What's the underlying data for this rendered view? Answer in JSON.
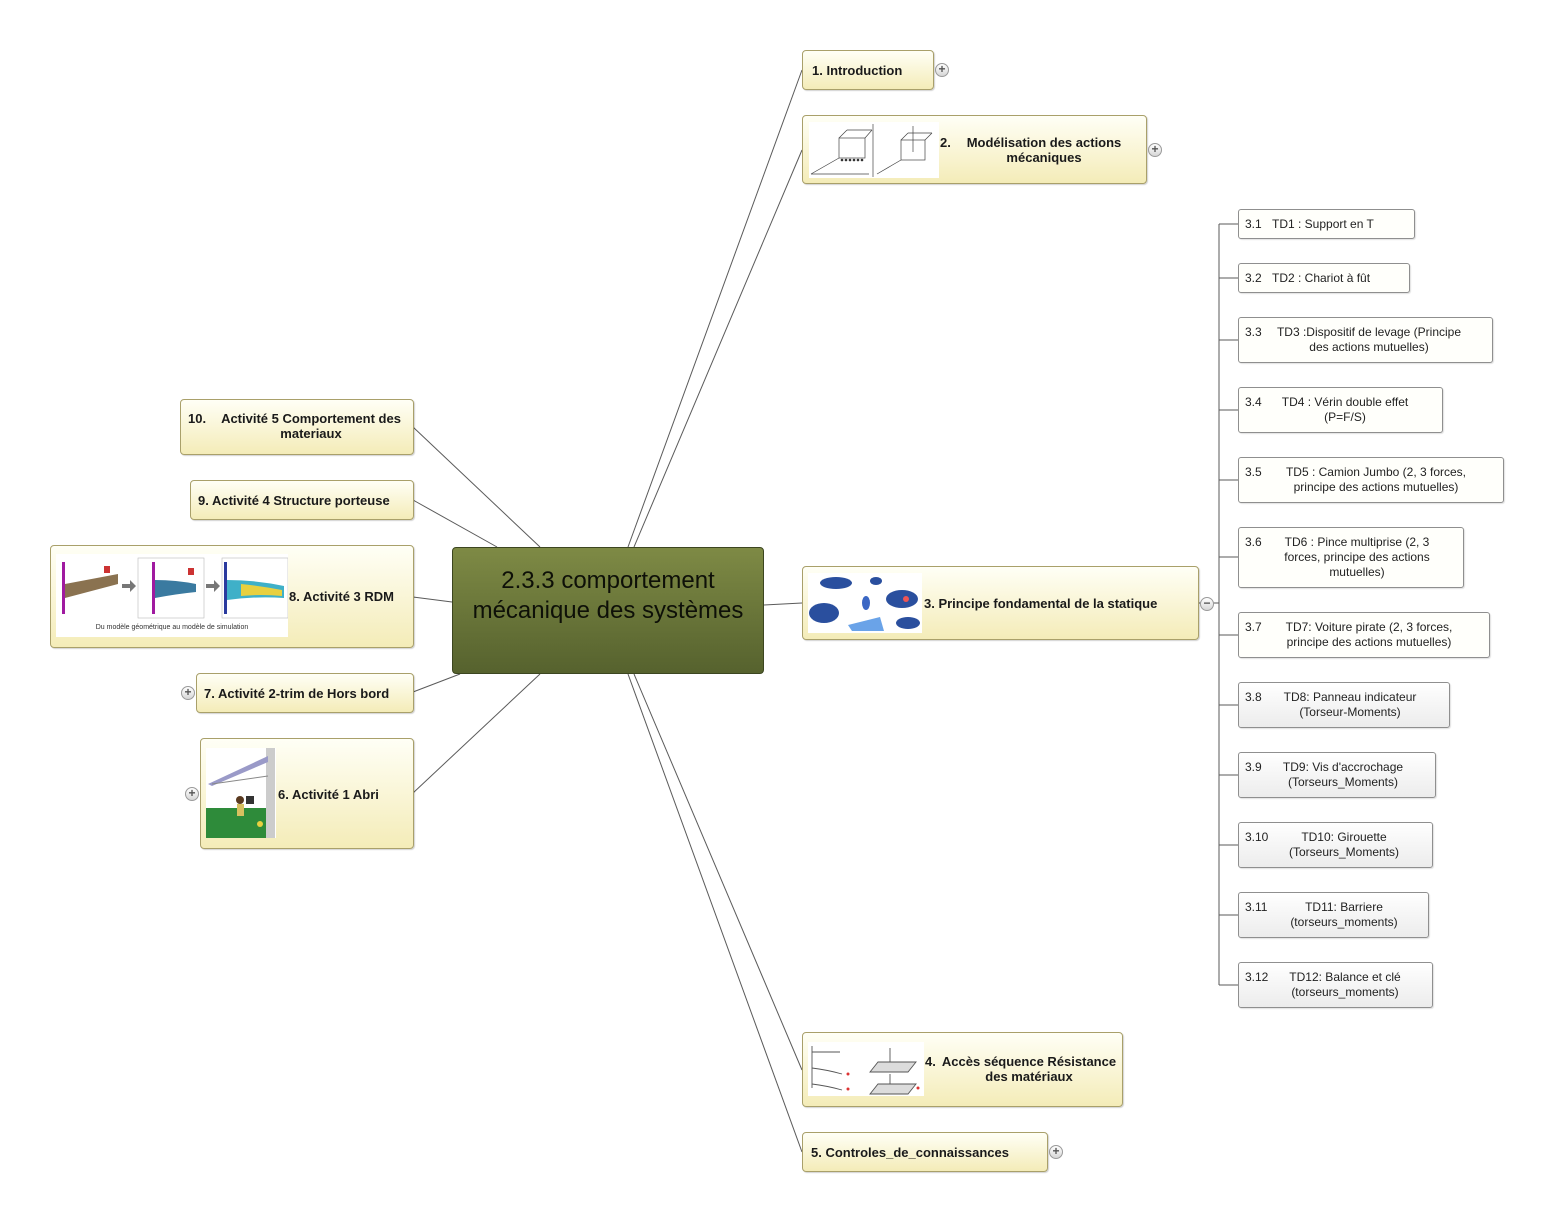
{
  "central": {
    "title": "2.3.3 comportement mécanique des systèmes"
  },
  "right_nodes": {
    "n1": {
      "label": "1.  Introduction"
    },
    "n2": {
      "number": "2.",
      "label": "Modélisation des actions mécaniques"
    },
    "n3": {
      "label": "3.  Principe fondamental de la statique"
    },
    "n4": {
      "number": "4.",
      "label": "Accès séquence Résistance des matériaux"
    },
    "n5": {
      "label": "5.  Controles_de_connaissances"
    }
  },
  "left_nodes": {
    "n10": {
      "number": "10.",
      "label": "Activité 5 Comportement des materiaux"
    },
    "n9": {
      "label": "9.  Activité 4 Structure porteuse"
    },
    "n8": {
      "label": "8.  Activité 3 RDM",
      "image_caption": "Du modèle géométrique au modèle de simulation"
    },
    "n7": {
      "label": "7.  Activité 2-trim de Hors bord"
    },
    "n6": {
      "label": "6.  Activité 1 Abri"
    }
  },
  "td_items": [
    {
      "num": "3.1",
      "text": "TD1 : Support en T"
    },
    {
      "num": "3.2",
      "text": "TD2 : Chariot à fût"
    },
    {
      "num": "3.3",
      "text": "TD3 :Dispositif de levage (Principe des actions mutuelles)"
    },
    {
      "num": "3.4",
      "text": "TD4 : Vérin double effet (P=F/S)"
    },
    {
      "num": "3.5",
      "text": "TD5 : Camion Jumbo (2, 3 forces, principe des actions mutuelles)"
    },
    {
      "num": "3.6",
      "text": "TD6 : Pince multiprise (2, 3 forces, principe des actions mutuelles)"
    },
    {
      "num": "3.7",
      "text": "TD7: Voiture pirate (2, 3 forces, principe des actions mutuelles)"
    },
    {
      "num": "3.8",
      "text": "TD8: Panneau indicateur (Torseur-Moments)"
    },
    {
      "num": "3.9",
      "text": "TD9: Vis d'accrochage (Torseurs_Moments)"
    },
    {
      "num": "3.10",
      "text": "TD10: Girouette (Torseurs_Moments)"
    },
    {
      "num": "3.11",
      "text": "TD11: Barriere (torseurs_moments)"
    },
    {
      "num": "3.12",
      "text": "TD12: Balance et clé (torseurs_moments)"
    }
  ],
  "toggles": {
    "expand": "+",
    "collapse": "−"
  },
  "colors": {
    "central": "#6b773a",
    "topic": "#f4ecb8",
    "line": "#555555"
  }
}
